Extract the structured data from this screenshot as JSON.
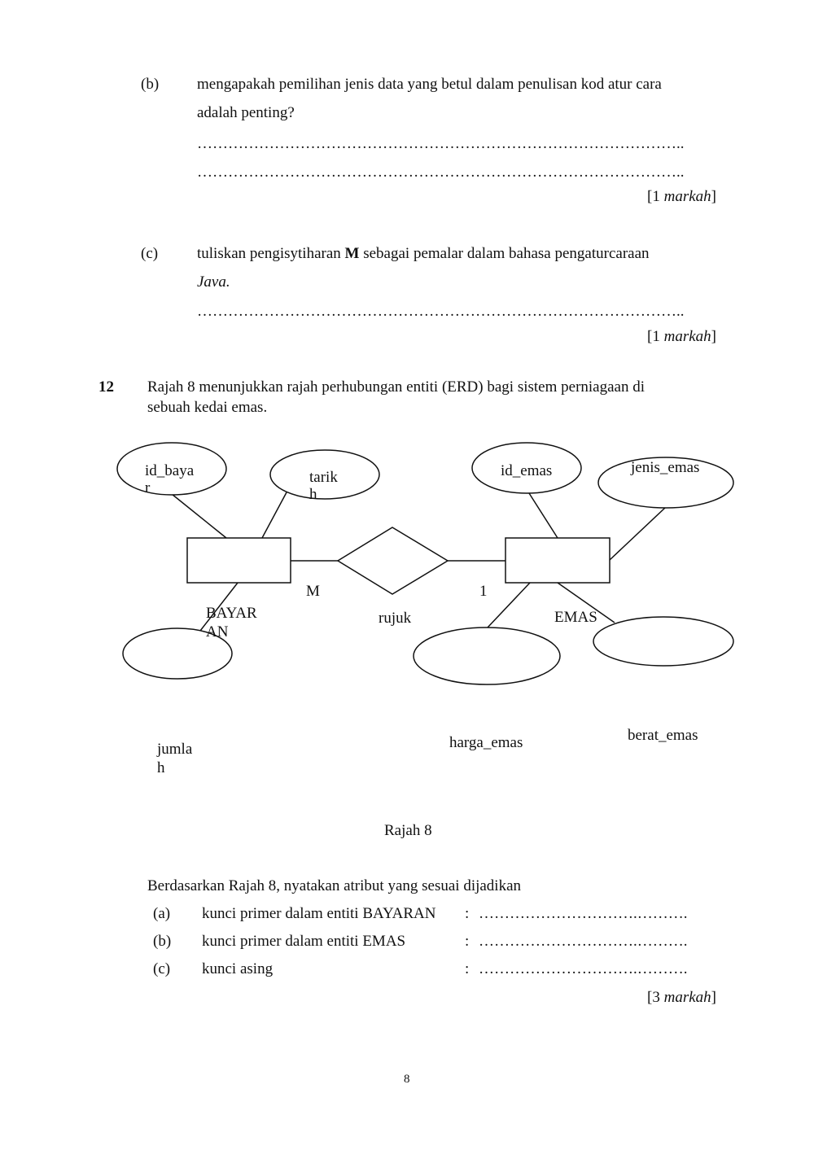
{
  "q11": {
    "b": {
      "label": "(b)",
      "line1": "mengapakah pemilihan jenis data yang betul dalam penulisan kod atur cara",
      "line2": "adalah penting?",
      "answer_line": "…………………………………………………………………………………..",
      "marks_open": "[1 ",
      "marks_word": "markah",
      "marks_close": "]"
    },
    "c": {
      "label": "(c)",
      "line1_pre": "tuliskan pengisytiharan ",
      "line1_bold": "M",
      "line1_post": " sebagai pemalar dalam bahasa pengaturcaraan",
      "line2": "Java.",
      "answer_line": "…………………………………………………………………………………..",
      "marks_open": "[1 ",
      "marks_word": "markah",
      "marks_close": "]"
    }
  },
  "q12": {
    "number": "12",
    "intro_line1": "Rajah 8 menunjukkan rajah perhubungan entiti (ERD) bagi sistem perniagaan di",
    "intro_line2": "sebuah kedai emas.",
    "diagram": {
      "attr_id_bayar_1": "id_baya",
      "attr_id_bayar_2": "r",
      "attr_tarikh_1": "tarik",
      "attr_tarikh_2": "h",
      "attr_id_emas": "id_emas",
      "attr_jenis_emas": "jenis_emas",
      "entity_bayaran_1": "BAYAR",
      "entity_bayaran_2": "AN",
      "entity_emas": "EMAS",
      "relationship": "rujuk",
      "card_left": "M",
      "card_right": "1",
      "attr_jumlah_1": "jumla",
      "attr_jumlah_2": "h",
      "attr_harga_emas": "harga_emas",
      "attr_berat_emas": "berat_emas"
    },
    "caption": "Rajah 8",
    "question": "Berdasarkan Rajah 8, nyatakan atribut yang sesuai dijadikan",
    "parts": [
      {
        "label": "(a)",
        "text": "kunci primer dalam entiti BAYARAN",
        "colon": ":",
        "dots": "………………………….………."
      },
      {
        "label": "(b)",
        "text": "kunci primer dalam entiti EMAS",
        "colon": ":",
        "dots": "………………………….………."
      },
      {
        "label": "(c)",
        "text": "kunci asing",
        "colon": ":",
        "dots": "………………………….………."
      }
    ],
    "marks_open": "[3 ",
    "marks_word": "markah",
    "marks_close": "]"
  },
  "page_number": "8"
}
